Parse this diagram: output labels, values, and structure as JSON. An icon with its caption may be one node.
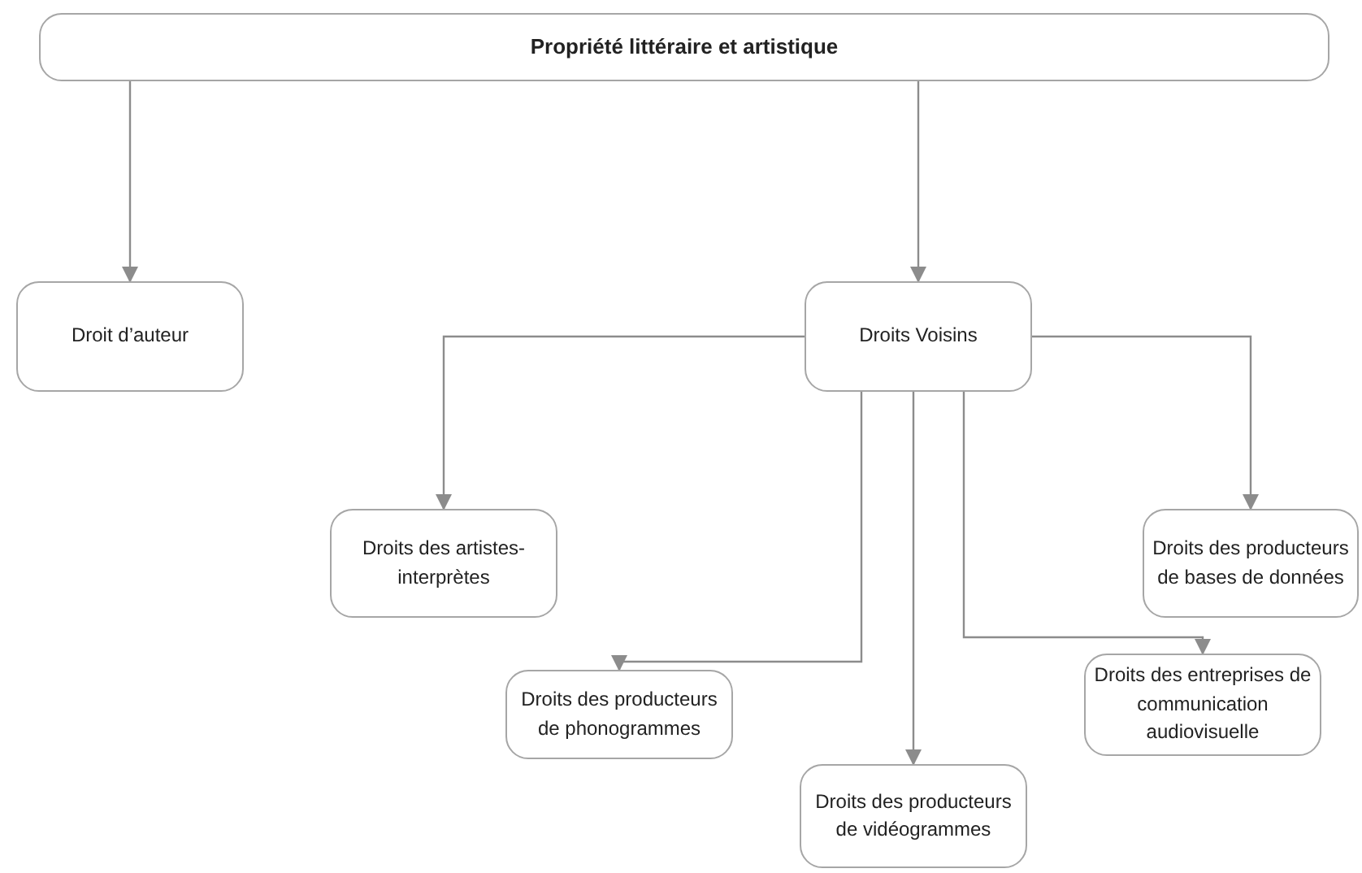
{
  "diagram": {
    "nodes": [
      {
        "text": [
          "Propriété littéraire et artistique"
        ]
      },
      {
        "text": [
          "Droit d’auteur"
        ]
      },
      {
        "text": [
          "Droits Voisins"
        ]
      },
      {
        "text": [
          "Droits des artistes-interprètes"
        ]
      },
      {
        "text": [
          "Droits des producteurs de bases de données"
        ]
      },
      {
        "text": [
          "Droits des producteurs de phonogrammes"
        ]
      },
      {
        "text": [
          "Droits des producteurs de vidéogrammes"
        ]
      },
      {
        "text": [
          "Droits des entreprises de communication audiovisuelle"
        ]
      }
    ],
    "edges": [
      {
        "from": 0,
        "to": 1,
        "arrow": "to"
      },
      {
        "from": 0,
        "to": 2,
        "arrow": "to"
      },
      {
        "from": 2,
        "to": 3,
        "arrow": "to"
      },
      {
        "from": 2,
        "to": 4,
        "arrow": "to"
      },
      {
        "from": 2,
        "to": 5,
        "arrow": "to"
      },
      {
        "from": 2,
        "to": 6,
        "arrow": "to"
      },
      {
        "from": 2,
        "to": 7,
        "arrow": "to"
      }
    ]
  }
}
